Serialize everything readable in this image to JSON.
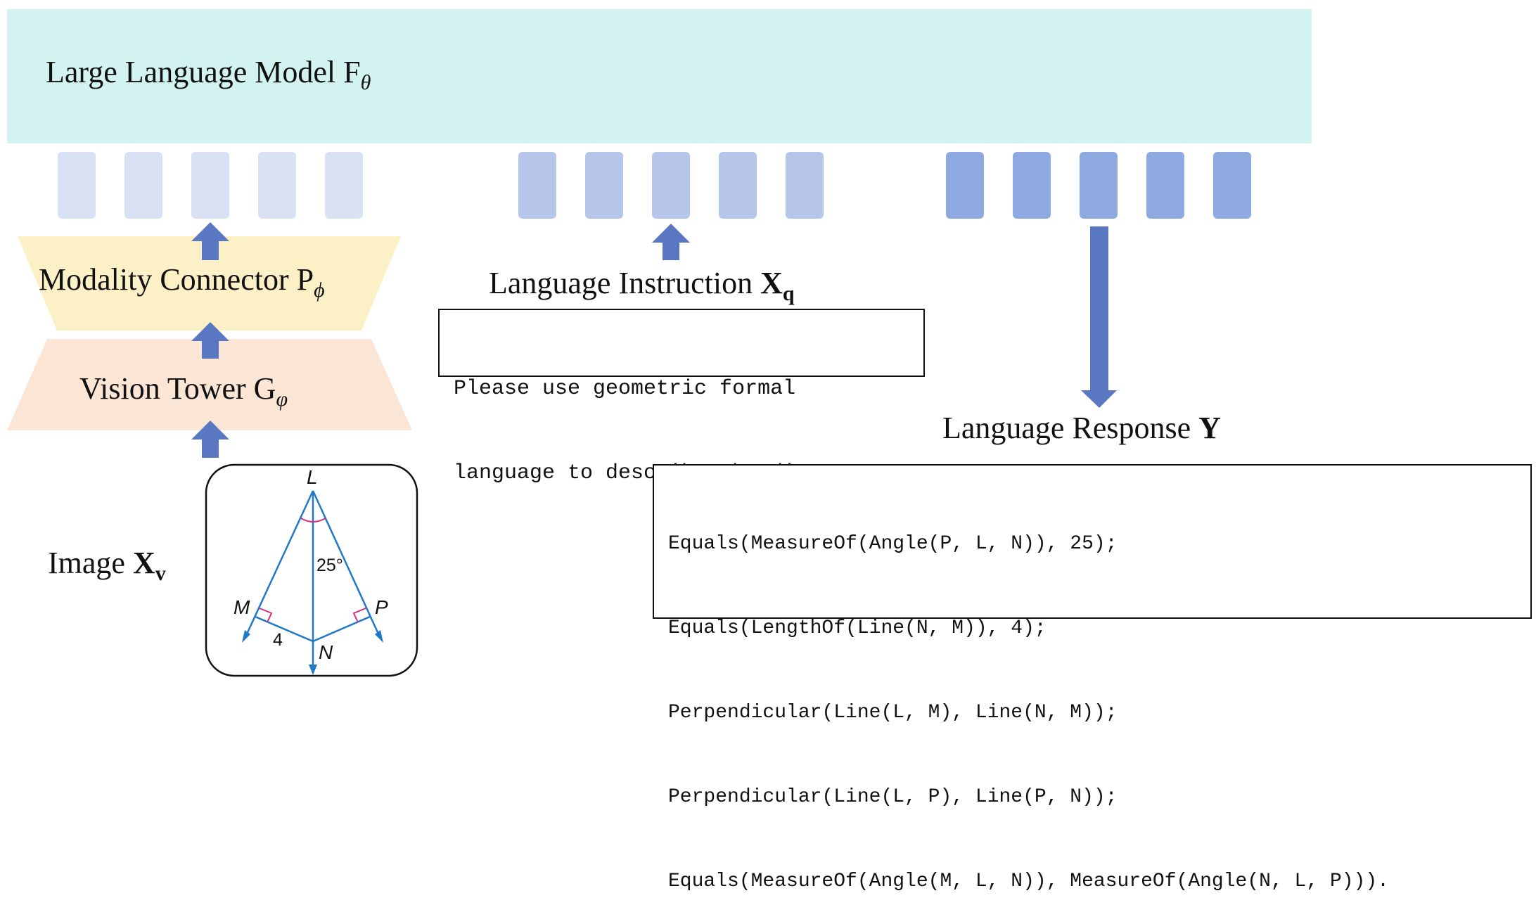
{
  "llm": {
    "label": "Large Language Model F",
    "subscript": "θ"
  },
  "connector": {
    "label": "Modality Connector P",
    "subscript": "ϕ"
  },
  "vision": {
    "label": "Vision Tower G",
    "subscript": "φ"
  },
  "image": {
    "label": "Image ",
    "bold": "X",
    "subscript": "v"
  },
  "instruction": {
    "label": "Language Instruction ",
    "bold": "X",
    "subscript": "q",
    "lines": [
      "Please use geometric formal",
      "language to describe the diagram."
    ]
  },
  "response": {
    "label": "Language Response ",
    "bold": "Y",
    "lines": [
      "Equals(MeasureOf(Angle(P, L, N)), 25);",
      "Equals(LengthOf(Line(N, M)), 4);",
      "Perpendicular(Line(L, M), Line(N, M));",
      "Perpendicular(Line(L, P), Line(P, N));",
      "Equals(MeasureOf(Angle(M, L, N)), MeasureOf(Angle(N, L, P)))."
    ]
  },
  "geometry": {
    "points": [
      "L",
      "M",
      "N",
      "P"
    ],
    "angle_label": "25°",
    "length_label": "4"
  },
  "colors": {
    "llm_bg": "#d3f3f0",
    "connector_bg": "#fcf0c6",
    "vision_bg": "#fbe6d6",
    "token_image": "#d9e2f5",
    "token_instruction": "#b6c6ea",
    "token_response": "#8eaae0",
    "arrow": "#5a77c2",
    "geo_line": "#1f78c8",
    "geo_mark": "#d6307a"
  }
}
